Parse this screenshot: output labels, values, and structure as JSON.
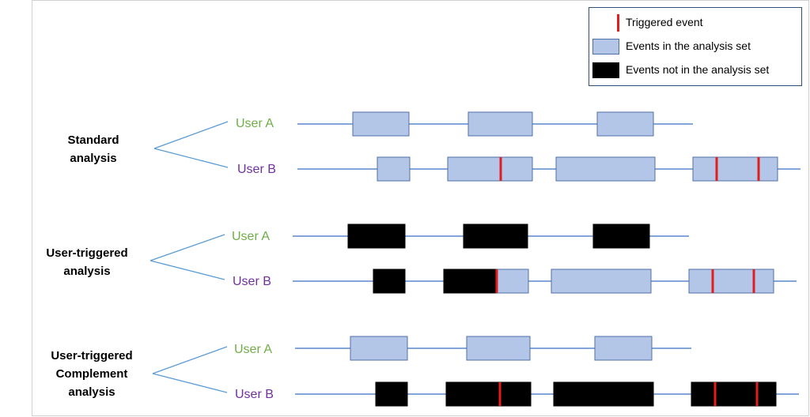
{
  "colors": {
    "timeline": "#3a6fc4",
    "in_set_fill": "#b4c6e7",
    "in_set_border": "#4f6fa8",
    "not_in_set_fill": "#000000",
    "trigger": "#e01e1e",
    "user_a": "#70ad47",
    "user_b": "#7030a0",
    "branch": "#5b9bd5"
  },
  "legend": {
    "items": [
      {
        "kind": "trigger",
        "label": "Triggered event"
      },
      {
        "kind": "in_set",
        "label": "Events in the analysis set"
      },
      {
        "kind": "not_in_set",
        "label": "Events not in the analysis set"
      }
    ]
  },
  "groups": [
    {
      "label": "Standard\nanalysis",
      "users": [
        {
          "name": "User A",
          "color_key": "user_a",
          "events": [
            {
              "start": 446,
              "end": 517,
              "segments": [
                {
                  "type": "in_set"
                }
              ],
              "triggers": []
            },
            {
              "start": 592,
              "end": 673,
              "segments": [
                {
                  "type": "in_set"
                }
              ],
              "triggers": []
            },
            {
              "start": 755,
              "end": 826,
              "segments": [
                {
                  "type": "in_set"
                }
              ],
              "triggers": []
            }
          ]
        },
        {
          "name": "User B",
          "color_key": "user_b",
          "events": [
            {
              "start": 477,
              "end": 518,
              "segments": [
                {
                  "type": "in_set"
                }
              ],
              "triggers": []
            },
            {
              "start": 566,
              "end": 673,
              "segments": [
                {
                  "type": "in_set"
                }
              ],
              "triggers": [
                633
              ]
            },
            {
              "start": 703,
              "end": 828,
              "segments": [
                {
                  "type": "in_set"
                }
              ],
              "triggers": []
            },
            {
              "start": 876,
              "end": 983,
              "segments": [
                {
                  "type": "in_set"
                }
              ],
              "triggers": [
                906,
                959
              ]
            }
          ]
        }
      ]
    },
    {
      "label": "User-triggered\nanalysis",
      "users": [
        {
          "name": "User A",
          "color_key": "user_a",
          "events": [
            {
              "start": 440,
              "end": 512,
              "segments": [
                {
                  "type": "not_in_set"
                }
              ],
              "triggers": []
            },
            {
              "start": 586,
              "end": 667,
              "segments": [
                {
                  "type": "not_in_set"
                }
              ],
              "triggers": []
            },
            {
              "start": 750,
              "end": 821,
              "segments": [
                {
                  "type": "not_in_set"
                }
              ],
              "triggers": []
            }
          ]
        },
        {
          "name": "User B",
          "color_key": "user_b",
          "events": [
            {
              "start": 472,
              "end": 512,
              "segments": [
                {
                  "type": "not_in_set"
                }
              ],
              "triggers": []
            },
            {
              "start": 561,
              "end": 668,
              "segments": [
                {
                  "type": "not_in_set",
                  "until": 628
                },
                {
                  "type": "in_set"
                }
              ],
              "triggers": [
                628
              ]
            },
            {
              "start": 697,
              "end": 823,
              "segments": [
                {
                  "type": "in_set"
                }
              ],
              "triggers": []
            },
            {
              "start": 871,
              "end": 978,
              "segments": [
                {
                  "type": "in_set"
                }
              ],
              "triggers": [
                901,
                953
              ]
            }
          ]
        }
      ]
    },
    {
      "label": "User-triggered\nComplement\nanalysis",
      "users": [
        {
          "name": "User A",
          "color_key": "user_a",
          "events": [
            {
              "start": 443,
              "end": 515,
              "segments": [
                {
                  "type": "in_set"
                }
              ],
              "triggers": []
            },
            {
              "start": 590,
              "end": 670,
              "segments": [
                {
                  "type": "in_set"
                }
              ],
              "triggers": []
            },
            {
              "start": 752,
              "end": 824,
              "segments": [
                {
                  "type": "in_set"
                }
              ],
              "triggers": []
            }
          ]
        },
        {
          "name": "User B",
          "color_key": "user_b",
          "events": [
            {
              "start": 475,
              "end": 515,
              "segments": [
                {
                  "type": "not_in_set"
                }
              ],
              "triggers": []
            },
            {
              "start": 564,
              "end": 671,
              "segments": [
                {
                  "type": "not_in_set"
                }
              ],
              "triggers": [
                632
              ]
            },
            {
              "start": 700,
              "end": 826,
              "segments": [
                {
                  "type": "not_in_set"
                }
              ],
              "triggers": []
            },
            {
              "start": 874,
              "end": 981,
              "segments": [
                {
                  "type": "not_in_set"
                }
              ],
              "triggers": [
                904,
                957
              ]
            }
          ]
        }
      ]
    }
  ]
}
